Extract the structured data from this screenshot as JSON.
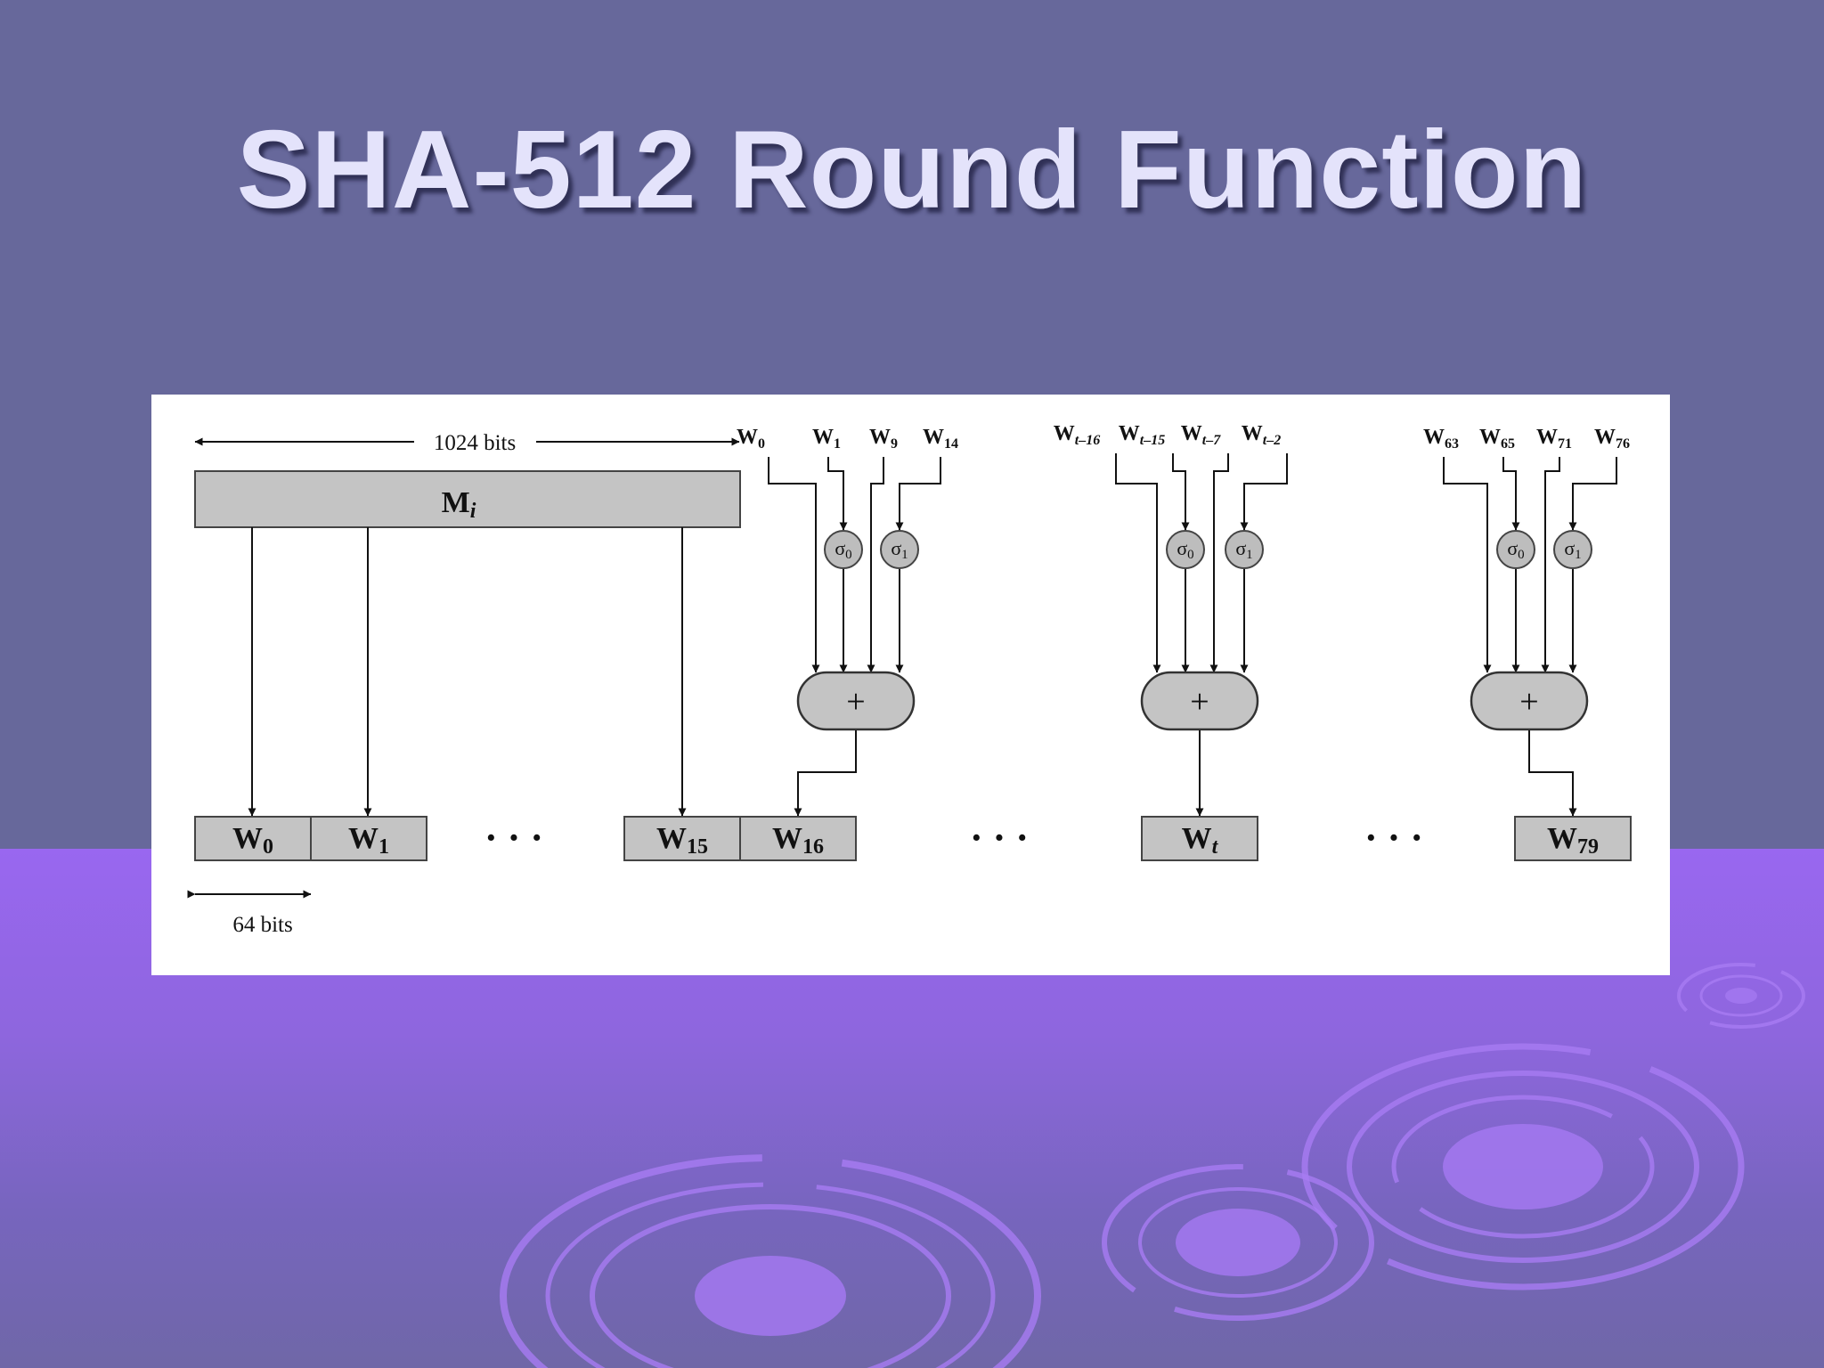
{
  "slide": {
    "title": "SHA-512 Round Function"
  },
  "diagram": {
    "block_width_label": "1024 bits",
    "word_width_label": "64 bits",
    "message_block": {
      "main": "M",
      "sub": "i"
    },
    "ellipsis": "· · ·",
    "adder_symbol": "+",
    "sigma0": {
      "main": "σ",
      "sub": "0"
    },
    "sigma1": {
      "main": "σ",
      "sub": "1"
    },
    "words": [
      {
        "main": "W",
        "sub": "0"
      },
      {
        "main": "W",
        "sub": "1"
      },
      {
        "main": "W",
        "sub": "15"
      },
      {
        "main": "W",
        "sub": "16"
      },
      {
        "main": "W",
        "sub": "t"
      },
      {
        "main": "W",
        "sub": "79"
      }
    ],
    "groups": [
      {
        "inputs": [
          {
            "main": "W",
            "sub": "0"
          },
          {
            "main": "W",
            "sub": "1"
          },
          {
            "main": "W",
            "sub": "9"
          },
          {
            "main": "W",
            "sub": "14"
          }
        ]
      },
      {
        "inputs": [
          {
            "main": "W",
            "sub": "t–16"
          },
          {
            "main": "W",
            "sub": "t–15"
          },
          {
            "main": "W",
            "sub": "t–7"
          },
          {
            "main": "W",
            "sub": "t–2"
          }
        ]
      },
      {
        "inputs": [
          {
            "main": "W",
            "sub": "63"
          },
          {
            "main": "W",
            "sub": "65"
          },
          {
            "main": "W",
            "sub": "71"
          },
          {
            "main": "W",
            "sub": "76"
          }
        ]
      }
    ]
  }
}
